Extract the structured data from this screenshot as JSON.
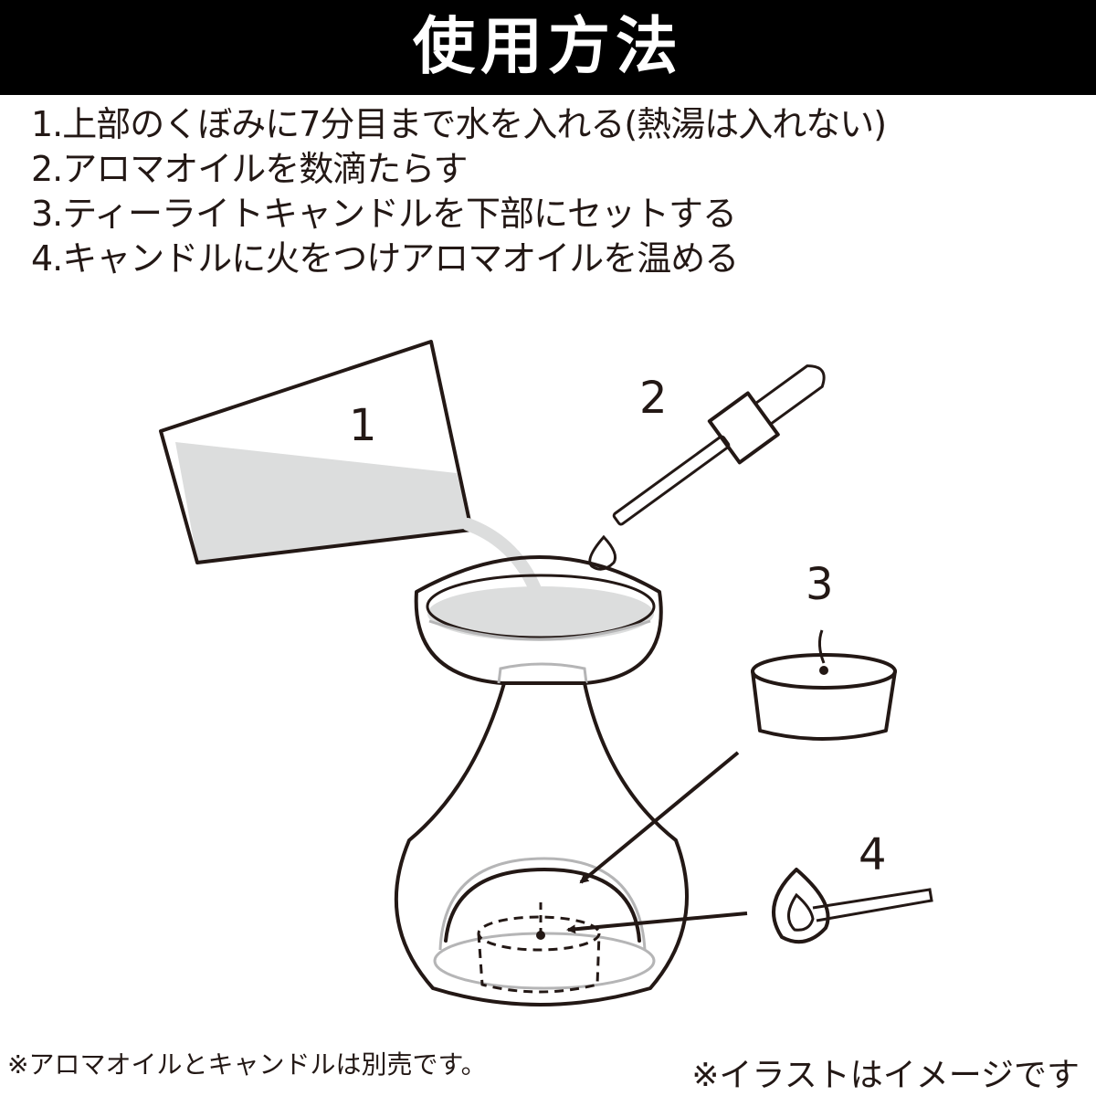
{
  "header": {
    "title": "使用方法"
  },
  "steps": [
    "1.上部のくぼみに7分目まで水を入れる(熱湯は入れない)",
    "2.アロマオイルを数滴たらす",
    "3.ティーライトキャンドルを下部にセットする",
    "4.キャンドルに火をつけアロマオイルを温める"
  ],
  "illustration": {
    "labels": [
      "1",
      "2",
      "3",
      "4"
    ],
    "icons": [
      "water-cup-icon",
      "dropper-icon",
      "tealight-candle-icon",
      "match-icon",
      "aroma-burner-icon"
    ]
  },
  "footnotes": {
    "left": "※アロマオイルとキャンドルは別売です。",
    "right": "※イラストはイメージです"
  },
  "colors": {
    "header_bg": "#000000",
    "header_text": "#ffffff",
    "line": "#231815",
    "water": "#dcdddd",
    "grey_outline": "#b5b5b6"
  }
}
